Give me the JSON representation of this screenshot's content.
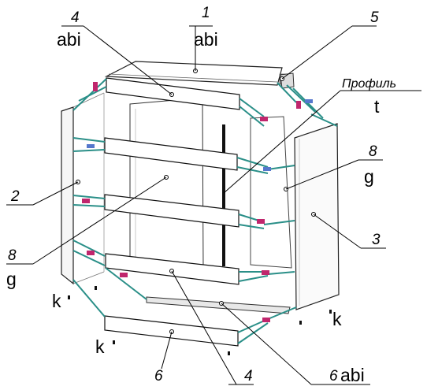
{
  "labels": {
    "top_left_number": "4",
    "top_left_sub": "abi",
    "top_mid_number": "1",
    "top_mid_sub": "abi",
    "top_right_number": "5",
    "profile_name": "Профиль",
    "profile_sub": "t",
    "right_upper_number": "8",
    "right_upper_sub": "g",
    "left_number": "2",
    "right_number": "3",
    "left_lower_number": "8",
    "left_lower_sub": "g",
    "k_left_upper": "k",
    "k_left_lower": "k",
    "k_right": "k",
    "bottom_left_number": "6",
    "bottom_mid_number": "4",
    "bottom_right_number": "6",
    "bottom_right_sub": "abi"
  }
}
